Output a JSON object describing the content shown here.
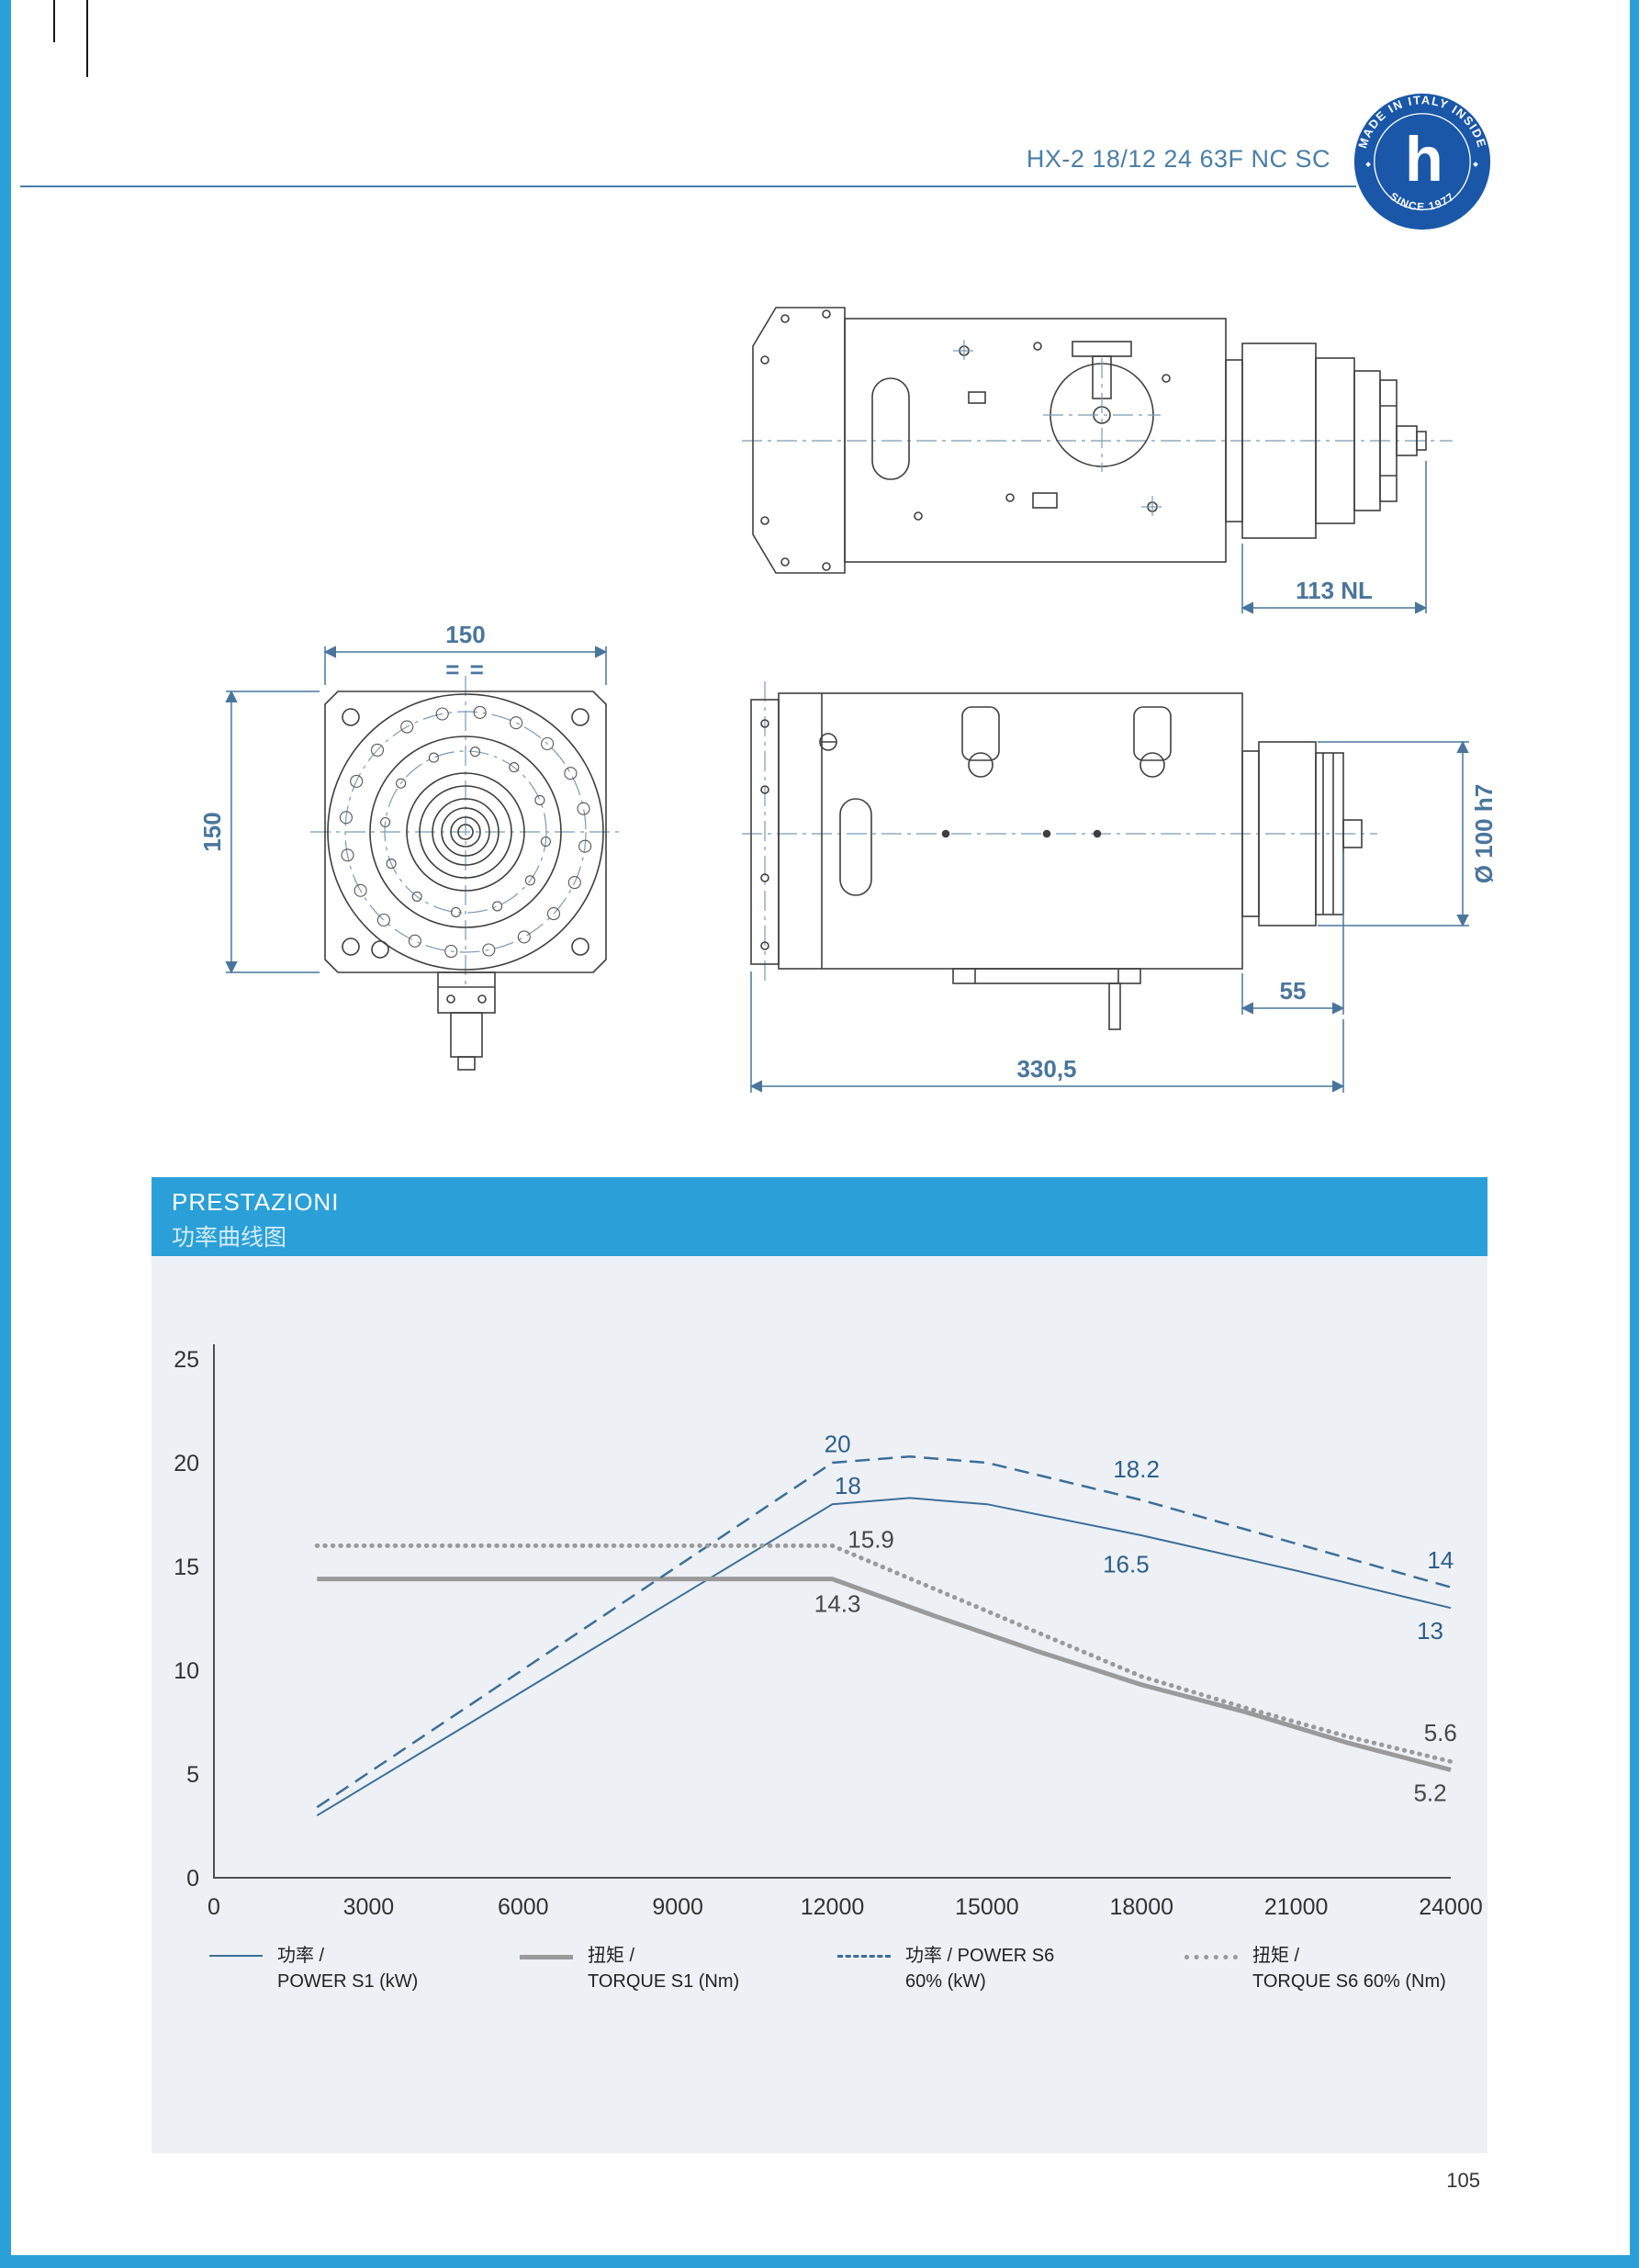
{
  "page": {
    "number": "105"
  },
  "header": {
    "model": "HX-2 18/12 24 63F NC SC"
  },
  "badge": {
    "top_text": "MADE IN ITALY INSIDE",
    "bottom_text": "SINCE 1977",
    "letter": "h"
  },
  "drawings": {
    "top_view": {
      "dim_length": "113 NL"
    },
    "front_view": {
      "dim_width": "150",
      "dim_height": "150",
      "tolerance_marks": "= ="
    },
    "side_view": {
      "dim_shaft_diameter": "Ø 100 h7",
      "dim_motor_length": "55",
      "dim_total_length": "330,5"
    }
  },
  "performance": {
    "title": "PRESTAZIONI",
    "subtitle": "功率曲线图",
    "legend": [
      {
        "zh": "功率 /",
        "en": "POWER S1 (kW)",
        "style": "thin-blue"
      },
      {
        "zh": "扭矩 /",
        "en": "TORQUE S1 (Nm)",
        "style": "thick-gray"
      },
      {
        "zh": "功率 / POWER S6",
        "en": "60% (kW)",
        "style": "dashed-blue"
      },
      {
        "zh": "扭矩 /",
        "en": "TORQUE S6 60% (Nm)",
        "style": "dotted-gray"
      }
    ]
  },
  "chart_data": {
    "type": "line",
    "title": "PRESTAZIONI",
    "xlabel": "",
    "ylabel": "",
    "xlim": [
      0,
      24000
    ],
    "ylim": [
      0,
      25
    ],
    "xticks": [
      0,
      3000,
      6000,
      9000,
      12000,
      15000,
      18000,
      21000,
      24000
    ],
    "yticks": [
      0,
      5,
      10,
      15,
      20,
      25
    ],
    "grid": false,
    "legend_position": "bottom",
    "series": [
      {
        "name": "POWER S1 (kW)",
        "color": "#3d6e99",
        "style": "solid",
        "width": 2,
        "points": [
          [
            2000,
            3.0
          ],
          [
            12000,
            18
          ],
          [
            13500,
            18.3
          ],
          [
            15000,
            18
          ],
          [
            18000,
            16.5
          ],
          [
            21000,
            14.8
          ],
          [
            24000,
            13
          ]
        ]
      },
      {
        "name": "TORQUE S1 (Nm)",
        "color": "#9a9a9a",
        "style": "solid",
        "width": 5,
        "points": [
          [
            2000,
            14.4
          ],
          [
            12000,
            14.4
          ],
          [
            14000,
            12.6
          ],
          [
            16000,
            10.9
          ],
          [
            18000,
            9.3
          ],
          [
            20000,
            8.0
          ],
          [
            22000,
            6.5
          ],
          [
            24000,
            5.2
          ]
        ]
      },
      {
        "name": "POWER S6 60% (kW)",
        "color": "#3d6e99",
        "style": "dashed",
        "width": 2.5,
        "points": [
          [
            2000,
            3.4
          ],
          [
            12000,
            20
          ],
          [
            13500,
            20.3
          ],
          [
            15000,
            20
          ],
          [
            18000,
            18.2
          ],
          [
            21000,
            16.1
          ],
          [
            24000,
            14
          ]
        ]
      },
      {
        "name": "TORQUE S6 60% (Nm)",
        "color": "#9a9a9a",
        "style": "dotted",
        "width": 5,
        "points": [
          [
            2000,
            16.0
          ],
          [
            12000,
            16.0
          ],
          [
            14000,
            13.9
          ],
          [
            16000,
            11.8
          ],
          [
            18000,
            9.7
          ],
          [
            20000,
            8.2
          ],
          [
            22000,
            6.8
          ],
          [
            24000,
            5.6
          ]
        ]
      }
    ],
    "annotations": [
      {
        "text": "20",
        "x": 12100,
        "y": 20.9,
        "color": "blue"
      },
      {
        "text": "18",
        "x": 12300,
        "y": 18.9,
        "color": "blue"
      },
      {
        "text": "15.9",
        "x": 12750,
        "y": 16.3,
        "color": "dark"
      },
      {
        "text": "14.3",
        "x": 12100,
        "y": 13.2,
        "color": "dark"
      },
      {
        "text": "18.2",
        "x": 17900,
        "y": 19.7,
        "color": "blue"
      },
      {
        "text": "16.5",
        "x": 17700,
        "y": 15.1,
        "color": "blue"
      },
      {
        "text": "14",
        "x": 23800,
        "y": 15.3,
        "color": "blue"
      },
      {
        "text": "13",
        "x": 23600,
        "y": 11.9,
        "color": "blue"
      },
      {
        "text": "5.6",
        "x": 23800,
        "y": 7.0,
        "color": "dark"
      },
      {
        "text": "5.2",
        "x": 23600,
        "y": 4.1,
        "color": "dark"
      }
    ]
  }
}
